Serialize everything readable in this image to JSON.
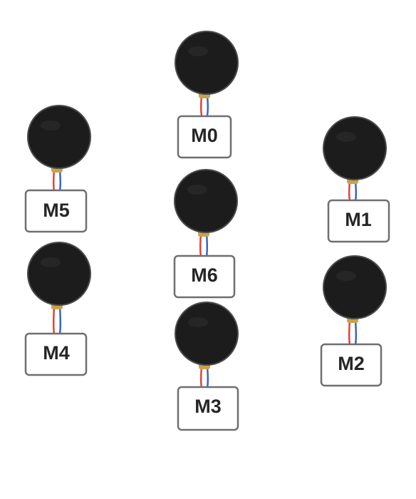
{
  "motors": [
    {
      "id": "m0",
      "label": "M0"
    },
    {
      "id": "m1",
      "label": "M1"
    },
    {
      "id": "m2",
      "label": "M2"
    },
    {
      "id": "m3",
      "label": "M3"
    },
    {
      "id": "m4",
      "label": "M4"
    },
    {
      "id": "m5",
      "label": "M5"
    },
    {
      "id": "m6",
      "label": "M6"
    }
  ],
  "colors": {
    "disc": "#1c1c1c",
    "disc_rim": "#4a4a4a",
    "lead": "#c9a24a",
    "wire_red": "#e0443a",
    "wire_blue": "#3a63c9",
    "box_border": "#6f6f6f",
    "label": "#262626"
  }
}
